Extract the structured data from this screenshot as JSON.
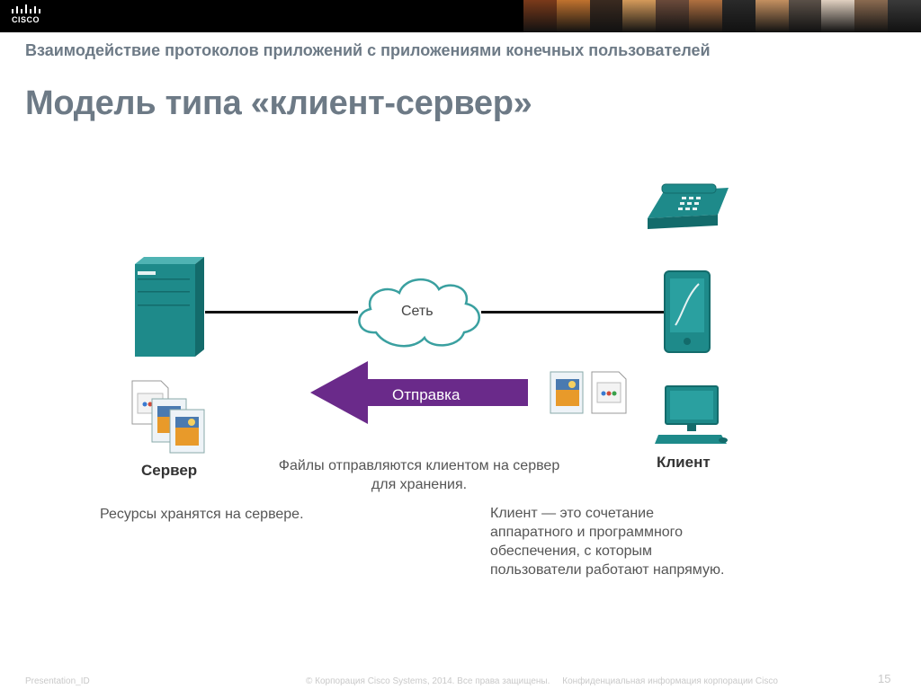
{
  "header": {
    "logo_text": "CISCO",
    "photo_colors": [
      "#7a3a1a",
      "#c0722e",
      "#3a2a20",
      "#d49a5a",
      "#6a4a3a",
      "#b07040",
      "#2a2a2a",
      "#c49060",
      "#5a5048",
      "#e0d0c0",
      "#8a6a50",
      "#3a3a3a"
    ]
  },
  "slide": {
    "subtitle": "Взаимодействие протоколов приложений с приложениями конечных пользователей",
    "title": "Модель типа «клиент-сервер»"
  },
  "diagram": {
    "cloud_label": "Сеть",
    "arrow_label": "Отправка",
    "server_label": "Сервер",
    "client_label": "Клиент",
    "files_caption": "Файлы отправляются клиентом на сервер для хранения.",
    "server_note": "Ресурсы хранятся на сервере.",
    "client_note": "Клиент — это сочетание аппаратного и программного обеспечения, с которым пользователи работают напрямую.",
    "colors": {
      "device_teal": "#1e8a8a",
      "arrow_purple": "#6a2a8a"
    }
  },
  "footer": {
    "left": "Presentation_ID",
    "center": "© Корпорация Cisco Systems, 2014. Все права защищены.     Конфиденциальная информация корпорации Cisco",
    "page": "15"
  }
}
